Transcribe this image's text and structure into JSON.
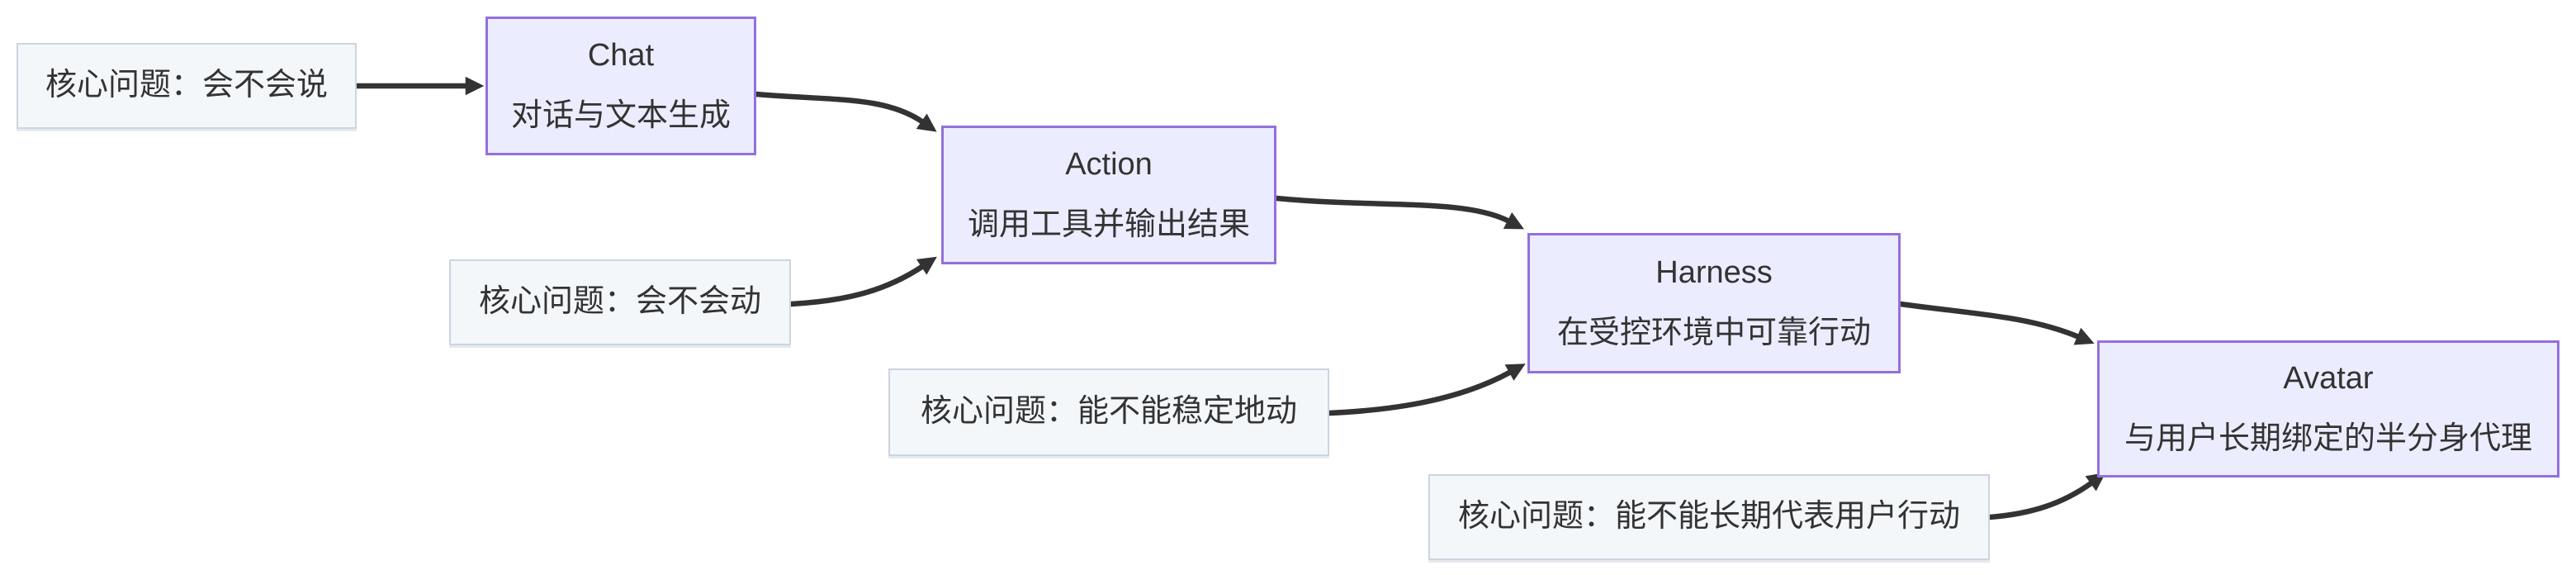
{
  "diagram": {
    "type": "flowchart-left-to-right",
    "nodes": [
      {
        "id": "question-1",
        "kind": "question",
        "label": "核心问题：会不会说"
      },
      {
        "id": "chat",
        "kind": "stage",
        "title": "Chat",
        "subtitle": "对话与文本生成"
      },
      {
        "id": "question-2",
        "kind": "question",
        "label": "核心问题：会不会动"
      },
      {
        "id": "action",
        "kind": "stage",
        "title": "Action",
        "subtitle": "调用工具并输出结果"
      },
      {
        "id": "question-3",
        "kind": "question",
        "label": "核心问题：能不能稳定地动"
      },
      {
        "id": "harness",
        "kind": "stage",
        "title": "Harness",
        "subtitle": "在受控环境中可靠行动"
      },
      {
        "id": "question-4",
        "kind": "question",
        "label": "核心问题：能不能长期代表用户行动"
      },
      {
        "id": "avatar",
        "kind": "stage",
        "title": "Avatar",
        "subtitle": "与用户长期绑定的半分身代理"
      }
    ],
    "edges": [
      {
        "from": "question-1",
        "to": "chat"
      },
      {
        "from": "chat",
        "to": "action"
      },
      {
        "from": "question-2",
        "to": "action"
      },
      {
        "from": "action",
        "to": "harness"
      },
      {
        "from": "question-3",
        "to": "harness"
      },
      {
        "from": "harness",
        "to": "avatar"
      },
      {
        "from": "question-4",
        "to": "avatar"
      }
    ]
  },
  "colors": {
    "background": "#ffffff",
    "stage-fill": "#ECECFF",
    "stage-border": "#9370DB",
    "question-fill": "#F4F7FA",
    "question-border": "#CBD5E0",
    "edge": "#333333",
    "text": "#333333"
  }
}
